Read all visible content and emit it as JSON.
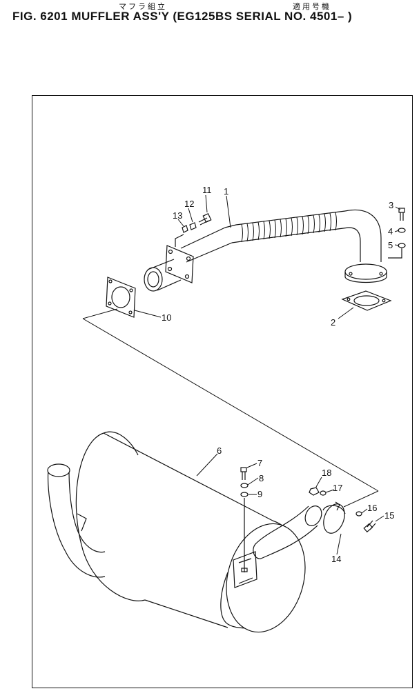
{
  "header": {
    "title": "FIG. 6201  MUFFLER ASS'Y  (EG125BS  SERIAL  NO. 4501– )",
    "subtitle_left_jp": "マフラ組立",
    "subtitle_right_jp": "適用号機"
  },
  "callouts": {
    "c1": "1",
    "c2": "2",
    "c3": "3",
    "c4": "4",
    "c5": "5",
    "c6": "6",
    "c7": "7",
    "c8": "8",
    "c9": "9",
    "c10": "10",
    "c11": "11",
    "c12": "12",
    "c13": "13",
    "c14": "14",
    "c15": "15",
    "c16": "16",
    "c17": "17",
    "c18": "18"
  }
}
